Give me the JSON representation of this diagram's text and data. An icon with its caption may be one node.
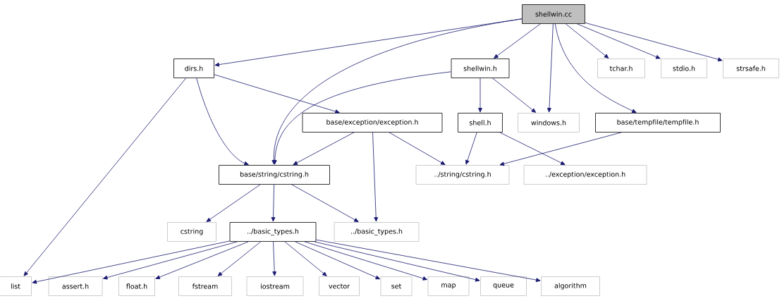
{
  "diagram": {
    "nodes": [
      {
        "text": [
          "shellwin.cc"
        ]
      },
      {
        "text": [
          "dirs.h"
        ]
      },
      {
        "text": [
          "shellwin.h"
        ]
      },
      {
        "text": [
          "tchar.h"
        ]
      },
      {
        "text": [
          "stdio.h"
        ]
      },
      {
        "text": [
          "strsafe.h"
        ]
      },
      {
        "text": [
          "base/exception/exception.h"
        ]
      },
      {
        "text": [
          "shell.h"
        ]
      },
      {
        "text": [
          "windows.h"
        ]
      },
      {
        "text": [
          "base/tempfile/tempfile.h"
        ]
      },
      {
        "text": [
          "base/string/cstring.h"
        ]
      },
      {
        "text": [
          "../string/cstring.h"
        ]
      },
      {
        "text": [
          "../exception/exception.h"
        ]
      },
      {
        "text": [
          "cstring"
        ]
      },
      {
        "text": [
          "../basic_types.h"
        ]
      },
      {
        "text": [
          "../basic_types.h"
        ]
      },
      {
        "text": [
          "list"
        ]
      },
      {
        "text": [
          "assert.h"
        ]
      },
      {
        "text": [
          "float.h"
        ]
      },
      {
        "text": [
          "fstream"
        ]
      },
      {
        "text": [
          "iostream"
        ]
      },
      {
        "text": [
          "vector"
        ]
      },
      {
        "text": [
          "set"
        ]
      },
      {
        "text": [
          "map"
        ]
      },
      {
        "text": [
          "queue"
        ]
      },
      {
        "text": [
          "algorithm"
        ]
      }
    ],
    "edges": [
      {
        "from": 0,
        "to": 1,
        "arrow": "to"
      },
      {
        "from": 0,
        "to": 10,
        "arrow": "to"
      },
      {
        "from": 0,
        "to": 2,
        "arrow": "to"
      },
      {
        "from": 0,
        "to": 8,
        "arrow": "to"
      },
      {
        "from": 0,
        "to": 9,
        "arrow": "to"
      },
      {
        "from": 0,
        "to": 3,
        "arrow": "to"
      },
      {
        "from": 0,
        "to": 4,
        "arrow": "to"
      },
      {
        "from": 0,
        "to": 5,
        "arrow": "to"
      },
      {
        "from": 1,
        "to": 16,
        "arrow": "to"
      },
      {
        "from": 1,
        "to": 10,
        "arrow": "to"
      },
      {
        "from": 1,
        "to": 6,
        "arrow": "to"
      },
      {
        "from": 2,
        "to": 10,
        "arrow": "to"
      },
      {
        "from": 2,
        "to": 7,
        "arrow": "to"
      },
      {
        "from": 2,
        "to": 8,
        "arrow": "to"
      },
      {
        "from": 6,
        "to": 10,
        "arrow": "to"
      },
      {
        "from": 6,
        "to": 11,
        "arrow": "to"
      },
      {
        "from": 6,
        "to": 15,
        "arrow": "to"
      },
      {
        "from": 7,
        "to": 11,
        "arrow": "to"
      },
      {
        "from": 7,
        "to": 12,
        "arrow": "to"
      },
      {
        "from": 9,
        "to": 11,
        "arrow": "to"
      },
      {
        "from": 10,
        "to": 13,
        "arrow": "to"
      },
      {
        "from": 10,
        "to": 14,
        "arrow": "to"
      },
      {
        "from": 10,
        "to": 15,
        "arrow": "to"
      },
      {
        "from": 14,
        "to": 16,
        "arrow": "to"
      },
      {
        "from": 14,
        "to": 17,
        "arrow": "to"
      },
      {
        "from": 14,
        "to": 18,
        "arrow": "to"
      },
      {
        "from": 14,
        "to": 19,
        "arrow": "to"
      },
      {
        "from": 14,
        "to": 20,
        "arrow": "to"
      },
      {
        "from": 14,
        "to": 21,
        "arrow": "to"
      },
      {
        "from": 14,
        "to": 22,
        "arrow": "to"
      },
      {
        "from": 14,
        "to": 23,
        "arrow": "to"
      },
      {
        "from": 14,
        "to": 24,
        "arrow": "to"
      },
      {
        "from": 14,
        "to": 25,
        "arrow": "to"
      }
    ]
  }
}
